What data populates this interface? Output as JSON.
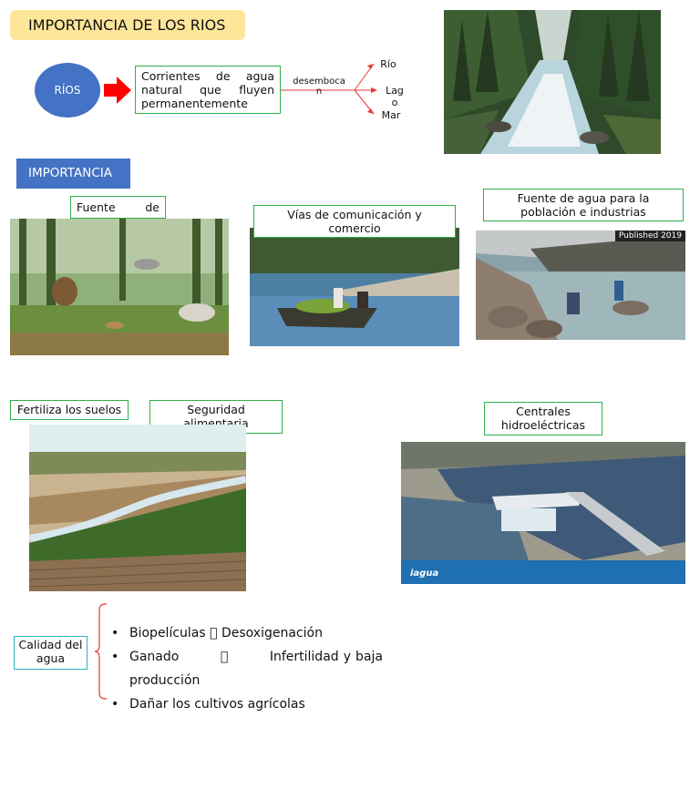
{
  "title": "IMPORTANCIA DE LOS RIOS",
  "rios_label": "RÍOS",
  "definition": [
    "Corrientes de agua",
    "natural que fluyen",
    "permanentemente"
  ],
  "flow": {
    "connector": "desemboca n",
    "targets": [
      "Río",
      "Lag o",
      "Mar"
    ]
  },
  "section_label": "IMPORTANCIA",
  "importance": {
    "vida": "Fuente de vida",
    "vias": "Vías de comunicación y comercio",
    "agua": "Fuente de agua para la población e industrias",
    "fertiliza": "Fertiliza los suelos",
    "seguridad": "Seguridad alimentaria",
    "centrales": "Centrales hidroeléctricas"
  },
  "photo_badges": {
    "published": "Published 2019",
    "iagua": "iagua"
  },
  "calidad": {
    "label": "Calidad del agua",
    "items": [
      {
        "a": "Biopelículas",
        "b": "Desoxigenación"
      },
      {
        "a": "Ganado",
        "b": "Infertilidad y baja producción"
      },
      {
        "a": "Dañar los cultivos agrícolas"
      }
    ],
    "symbol": ""
  },
  "colors": {
    "title_bg": "#fde59a",
    "oval": "#4472c4",
    "arrow": "#ff0000",
    "green_border": "#2fb04a",
    "brace": "#e53935"
  }
}
